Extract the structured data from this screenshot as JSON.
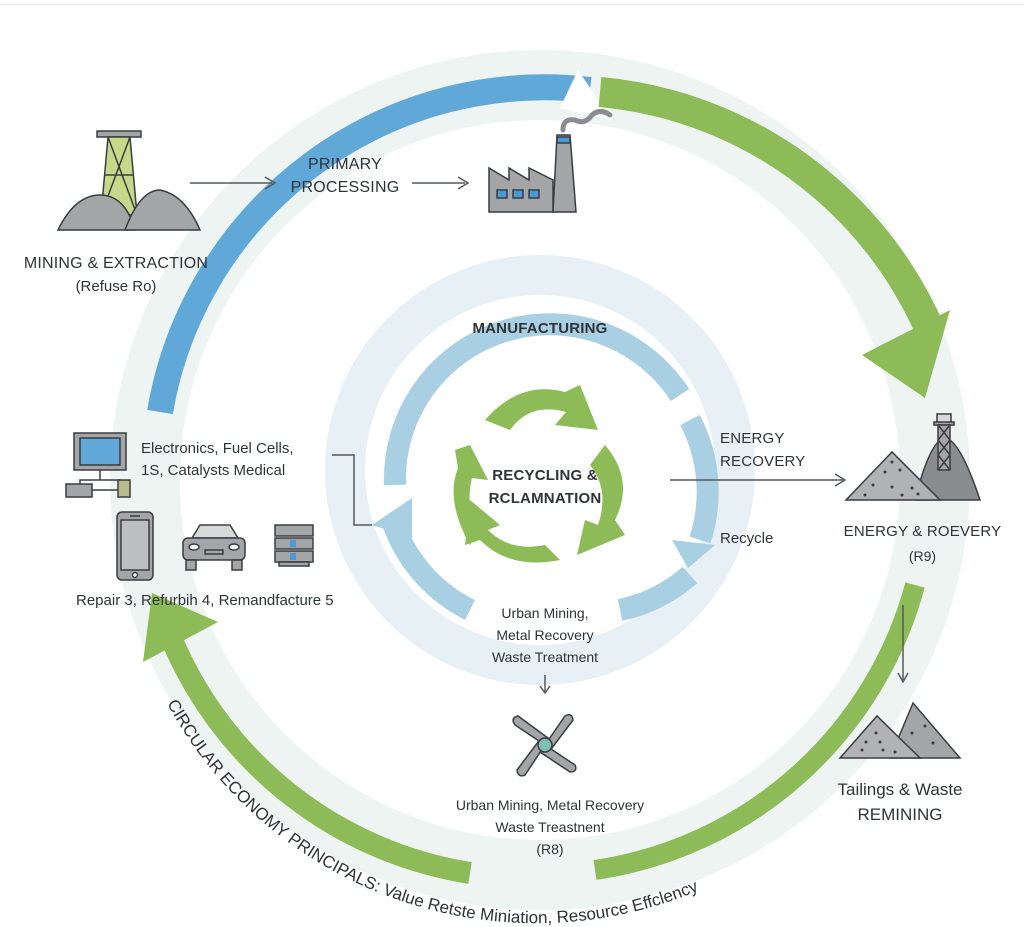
{
  "title": "Circular Economy Diagram",
  "colors": {
    "blue_arc": "#5fa8d8",
    "light_blue_ring": "#a8cfe2",
    "green_arc": "#8cbb58",
    "halo": "#eef4f2",
    "icon_gray": "#a3a5a7",
    "icon_outline": "#3a3d40",
    "accent_blue": "#4a9ad6",
    "accent_lime": "#c7d88a"
  },
  "nodes": {
    "mining": {
      "title": "MINING & EXTRACTION",
      "subtitle": "(Refuse Ro)",
      "icon": "mining-tower-icon"
    },
    "primary": {
      "line1": "PRIMARY",
      "line2": "PROCESSING",
      "icon": "factory-icon"
    },
    "manufacturing": {
      "title": "MANUFACTURING"
    },
    "recycling": {
      "line1": "RECYCLING &",
      "line2": "RCLAMNATION",
      "icon": "recycle-icon"
    },
    "products": {
      "line1": "Electronics, Fuel Cells,",
      "line2": "1S, Catalysts Medical",
      "repair_line": "Repair 3, Refurbih 4, Remandfacture 5",
      "icons": [
        "computer-icon",
        "smartphone-icon",
        "car-icon",
        "server-rack-icon"
      ]
    },
    "energy_recovery_arrow": {
      "line1": "ENERGY",
      "line2": "RECOVERY"
    },
    "recycle_label": "Recycle",
    "energy_node": {
      "title": "ENERGY & ROEVERY",
      "subtitle": "(R9)",
      "icon": "ore-piles-tower-icon"
    },
    "urban_inner": {
      "line1": "Urban Mining,",
      "line2": "Metal Recovery",
      "line3": "Waste Treatment"
    },
    "urban_outer": {
      "line1": "Urban Mining, Metal Recovery",
      "line2": "Waste Treastnent",
      "line3": "(R8)",
      "icon": "fan-icon"
    },
    "tailings": {
      "line1": "Tailings & Waste",
      "line2": "REMINING",
      "icon": "tailings-piles-icon"
    }
  },
  "footer_arc_text": "CIRCULAR ECONOMY PRINCIPALS: Value Retste Miniation, Resource Effclency"
}
